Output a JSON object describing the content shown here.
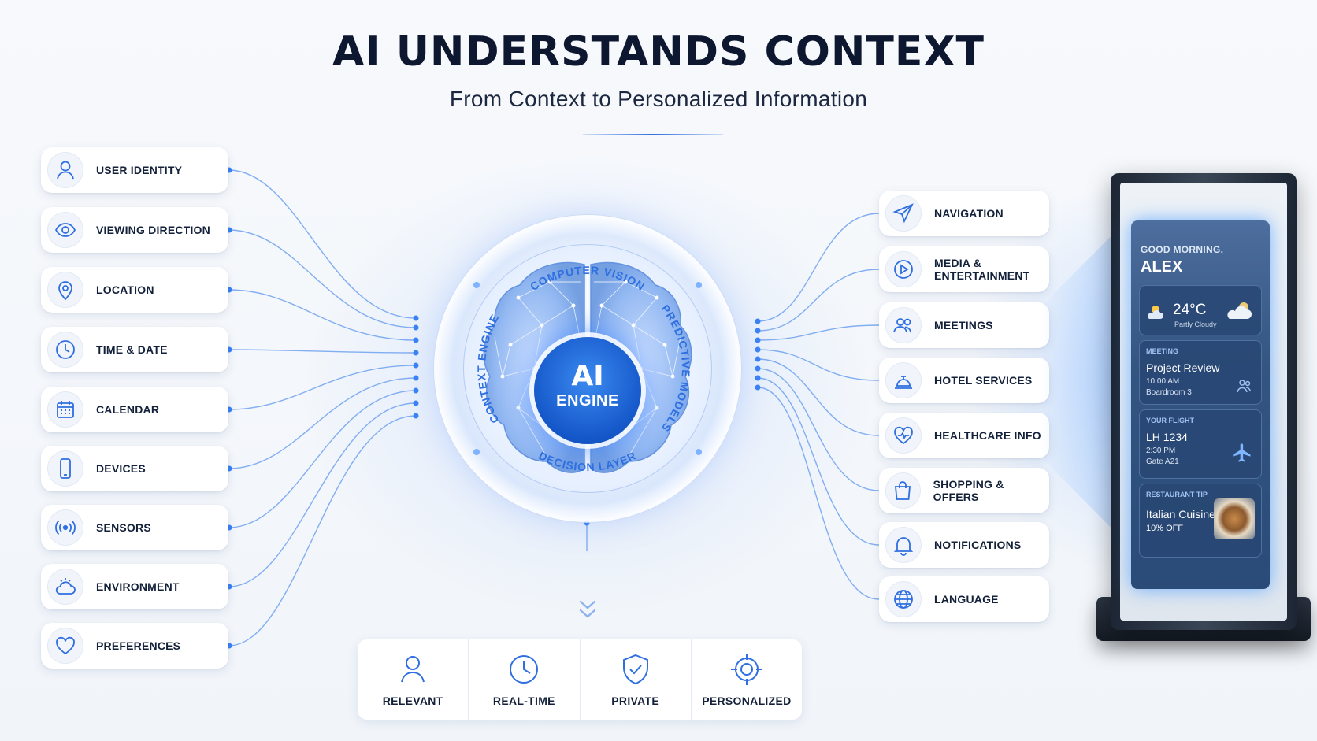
{
  "header": {
    "title": "AI UNDERSTANDS CONTEXT",
    "subtitle": "From Context to Personalized Information"
  },
  "inputs": [
    {
      "label": "USER IDENTITY",
      "icon": "user-icon"
    },
    {
      "label": "VIEWING DIRECTION",
      "icon": "eye-icon"
    },
    {
      "label": "LOCATION",
      "icon": "location-pin-icon"
    },
    {
      "label": "TIME & DATE",
      "icon": "clock-icon"
    },
    {
      "label": "CALENDAR",
      "icon": "calendar-icon"
    },
    {
      "label": "DEVICES",
      "icon": "smartphone-icon"
    },
    {
      "label": "SENSORS",
      "icon": "sensor-icon"
    },
    {
      "label": "ENVIRONMENT",
      "icon": "weather-icon"
    },
    {
      "label": "PREFERENCES",
      "icon": "heart-icon"
    }
  ],
  "engine": {
    "core_line1": "AI",
    "core_line2": "ENGINE",
    "ring_top": "COMPUTER VISION",
    "ring_left": "CONTEXT ENGINE",
    "ring_right": "PREDICTIVE MODELS",
    "ring_bottom": "DECISION LAYER"
  },
  "outputs": [
    {
      "label": "NAVIGATION",
      "icon": "navigation-arrow-icon"
    },
    {
      "label": "MEDIA &\nENTERTAINMENT",
      "icon": "play-icon"
    },
    {
      "label": "MEETINGS",
      "icon": "people-icon"
    },
    {
      "label": "HOTEL SERVICES",
      "icon": "service-bell-icon"
    },
    {
      "label": "HEALTHCARE INFO",
      "icon": "heart-pulse-icon"
    },
    {
      "label": "SHOPPING & OFFERS",
      "icon": "shopping-bag-icon"
    },
    {
      "label": "NOTIFICATIONS",
      "icon": "bell-icon"
    },
    {
      "label": "LANGUAGE",
      "icon": "globe-icon"
    }
  ],
  "qualities": [
    {
      "label": "RELEVANT",
      "icon": "user-icon"
    },
    {
      "label": "REAL-TIME",
      "icon": "clock-icon"
    },
    {
      "label": "PRIVATE",
      "icon": "shield-check-icon"
    },
    {
      "label": "PERSONALIZED",
      "icon": "target-icon"
    }
  ],
  "kiosk": {
    "greeting": "GOOD MORNING,",
    "name": "ALEX",
    "weather": {
      "temp": "24°C",
      "condition": "Partly Cloudy"
    },
    "meeting": {
      "header": "MEETING",
      "title": "Project Review",
      "time": "10:00 AM",
      "room": "Boardroom 3"
    },
    "flight": {
      "header": "YOUR FLIGHT",
      "number": "LH 1234",
      "time": "2:30 PM",
      "gate": "Gate A21"
    },
    "restaurant": {
      "header": "RESTAURANT TIP",
      "title": "Italian Cuisine",
      "offer": "10% OFF"
    }
  },
  "colors": {
    "accent": "#2f6fe0",
    "core": "#1557c9",
    "title": "#0d1730",
    "glow": "#3b82f6"
  }
}
